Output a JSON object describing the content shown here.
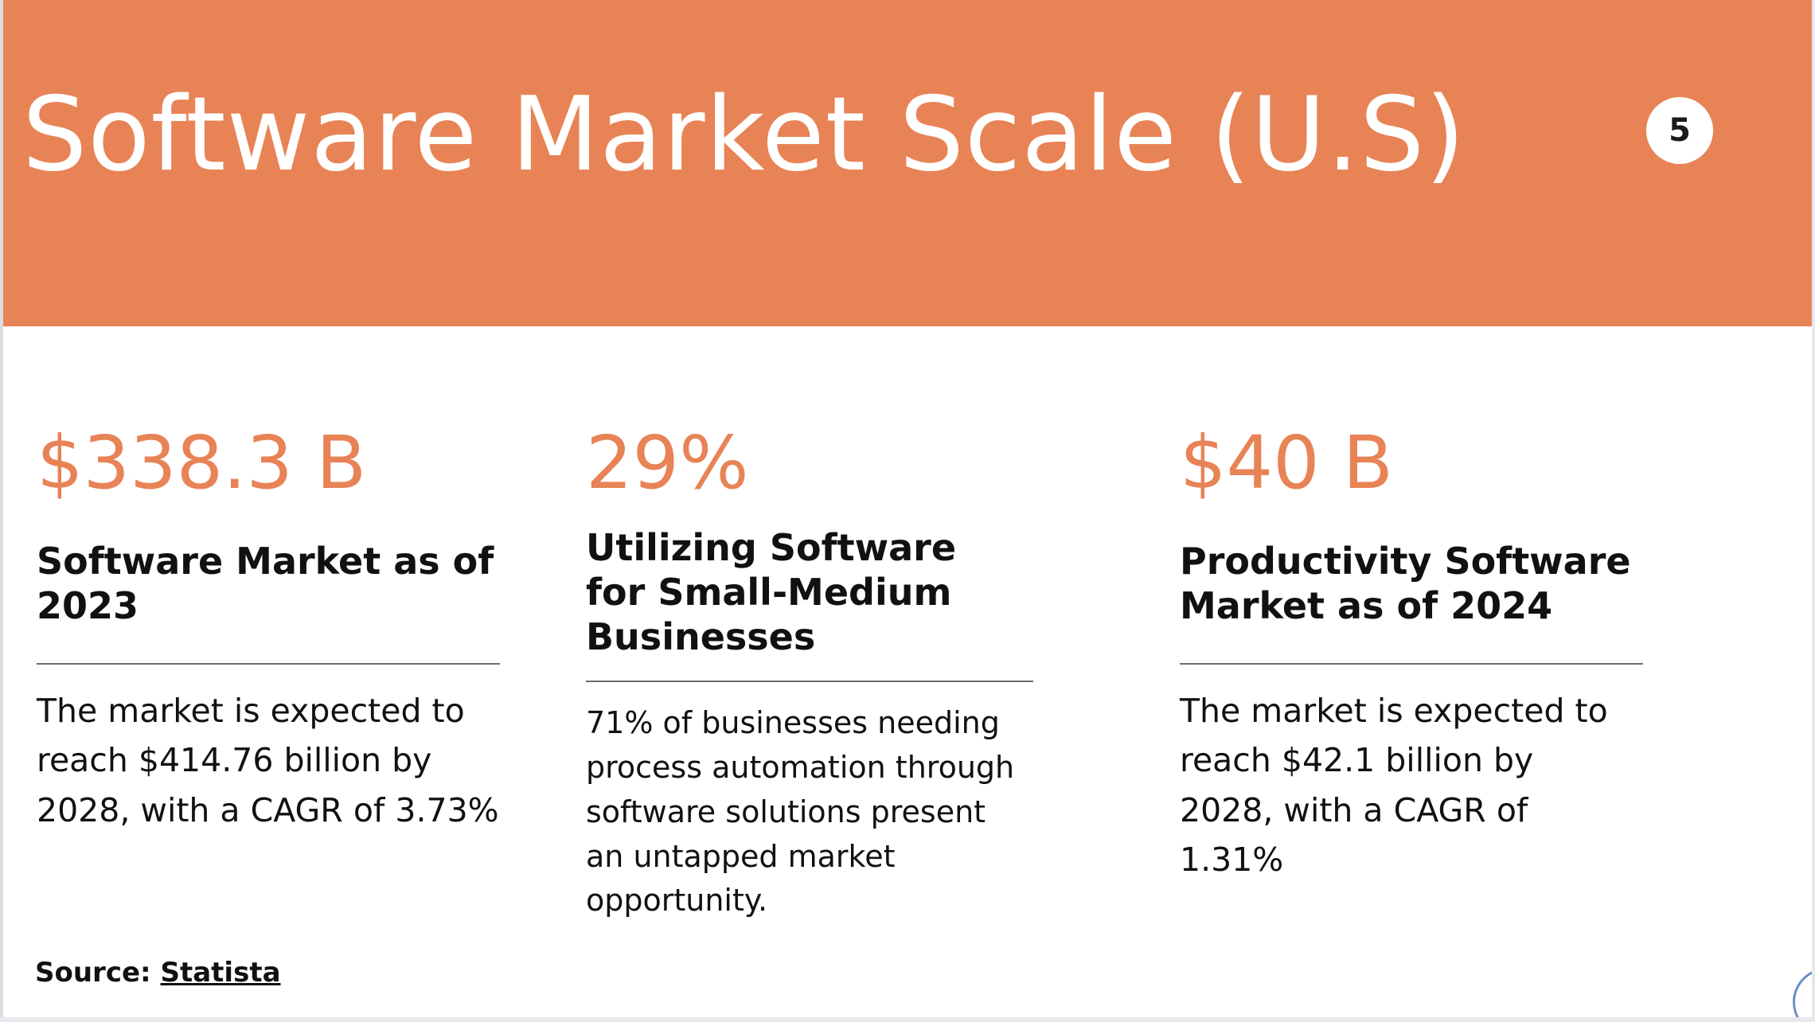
{
  "slide": {
    "title": "Software Market Scale (U.S)",
    "page_number": "5"
  },
  "columns": [
    {
      "stat": "$338.3 B",
      "heading": "Software Market as of 2023",
      "body": "The market is expected to reach $414.76 billion by 2028, with a CAGR of 3.73%"
    },
    {
      "stat": "29%",
      "heading": "Utilizing Software for Small-Medium Businesses",
      "body": "71% of businesses needing process automation through software solutions present an untapped market opportunity."
    },
    {
      "stat": "$40 B",
      "heading": "Productivity Software Market as of 2024",
      "body": "The market is expected to reach $42.1 billion by 2028, with a CAGR of 1.31%"
    }
  ],
  "footer": {
    "source_label": "Source:",
    "source_link": "Statista"
  },
  "colors": {
    "accent": "#e88356",
    "text": "#111111",
    "background": "#ffffff"
  }
}
